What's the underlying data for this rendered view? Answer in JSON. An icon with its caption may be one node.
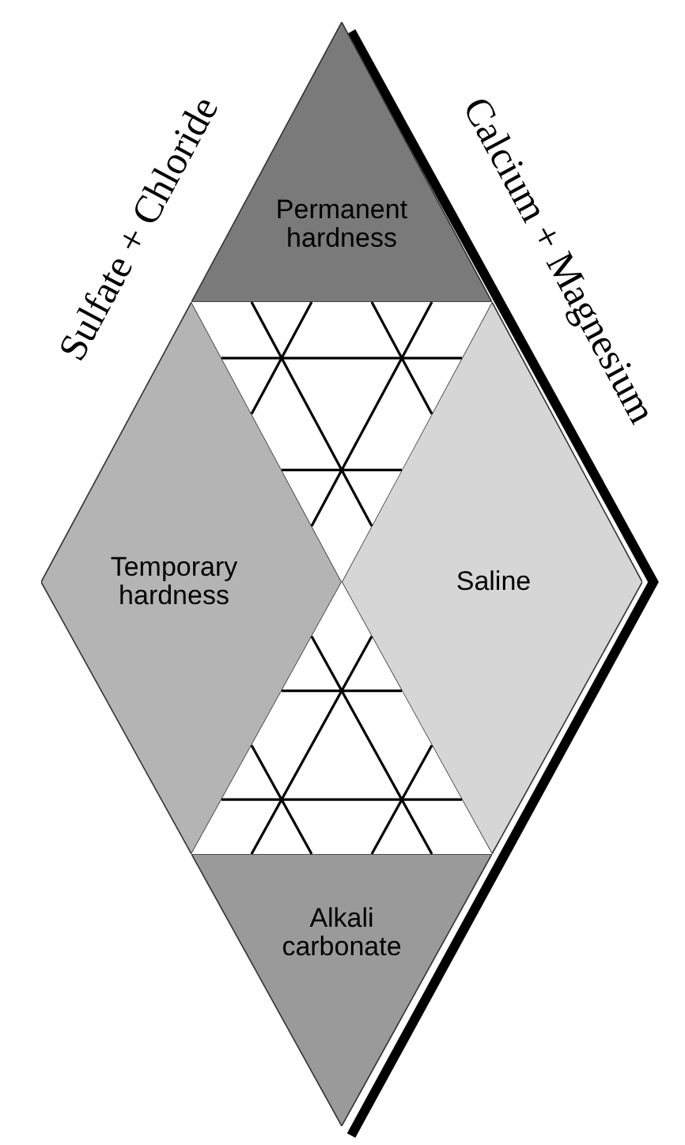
{
  "diagram": {
    "nodes": [
      {
        "text": [
          "Permanent hardness"
        ]
      },
      {
        "text": [
          "Temporary hardness"
        ]
      },
      {
        "text": [
          "Saline"
        ]
      },
      {
        "text": [
          "Alkali carbonate"
        ]
      }
    ],
    "labels": [
      "Sulfate + Chloride",
      "Calcium + Magnesium"
    ]
  }
}
